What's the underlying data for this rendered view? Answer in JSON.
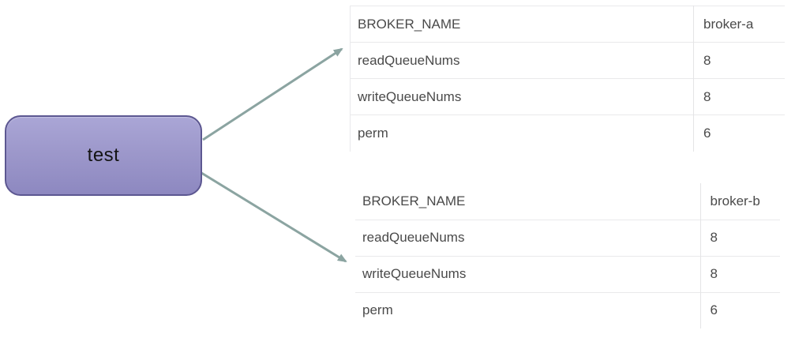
{
  "diagram": {
    "topic_node": {
      "label": "test"
    },
    "tables": [
      {
        "id": "broker-a",
        "rows": [
          {
            "key": "BROKER_NAME",
            "value": "broker-a"
          },
          {
            "key": "readQueueNums",
            "value": "8"
          },
          {
            "key": "writeQueueNums",
            "value": "8"
          },
          {
            "key": "perm",
            "value": "6"
          }
        ]
      },
      {
        "id": "broker-b",
        "rows": [
          {
            "key": "BROKER_NAME",
            "value": "broker-b"
          },
          {
            "key": "readQueueNums",
            "value": "8"
          },
          {
            "key": "writeQueueNums",
            "value": "8"
          },
          {
            "key": "perm",
            "value": "6"
          }
        ]
      }
    ],
    "colors": {
      "node_fill_top": "#aaa6d6",
      "node_fill_bottom": "#8d88c0",
      "node_border": "#5c5791",
      "arrow": "#8ba4a1",
      "table_border": "#e9e9eb",
      "table_text": "#4a4a4a"
    }
  }
}
